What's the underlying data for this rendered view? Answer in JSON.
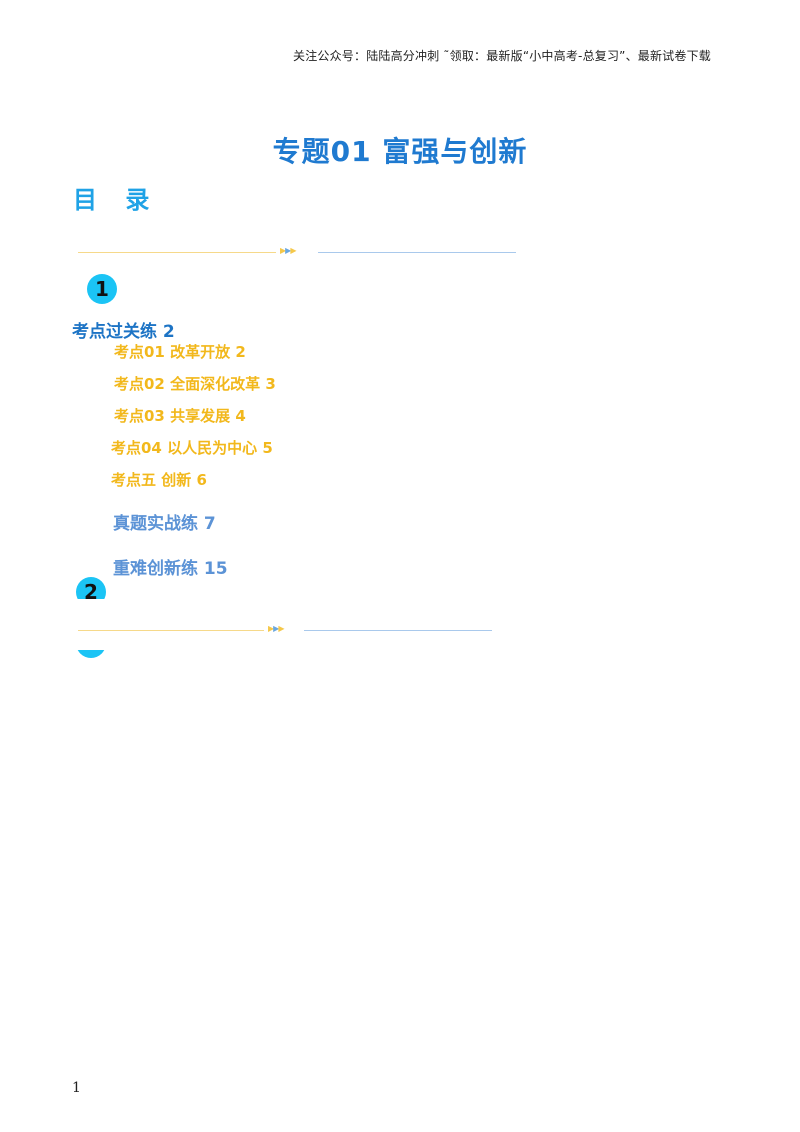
{
  "header": {
    "note": "关注公众号：陆陆高分冲刺  ˜领取：最新版“小中高考-总复习”、最新试卷下载"
  },
  "title": "专题01  富强与创新",
  "toc_heading": "目 录",
  "badges": [
    "1",
    "2"
  ],
  "colors": {
    "title": "#1f7ad0",
    "toc_heading": "#1fa2e6",
    "section": "#1d74c5",
    "kaodian": "#f2b81c",
    "subsection": "#5c93d6",
    "badge": "#1bc4f5"
  },
  "toc": {
    "section1": "考点过关练   2",
    "kaodian": [
      "考点01  改革开放    2",
      "考点02  全面深化改革    3",
      "考点03  共享发展    4",
      "考点04  以人民为中心 5",
      "考点五    创新 6"
    ],
    "section2": "真题实战练  7",
    "section3": "重难创新练 15"
  },
  "page_number": "1"
}
